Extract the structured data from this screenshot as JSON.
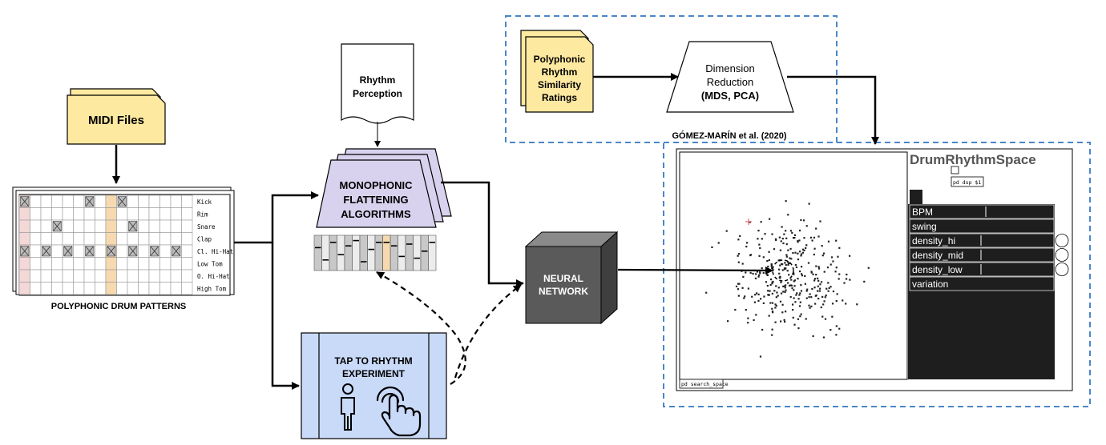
{
  "midi_files": "MIDI Files",
  "poly_drum_label": "POLYPHONIC DRUM PATTERNS",
  "drum_rows": [
    "Kick",
    "Rim",
    "Snare",
    "Clap",
    "Cl. Hi-Hat",
    "Low Tom",
    "O. Hi-Hat",
    "High Tom"
  ],
  "rhythm_perception": [
    "Rhythm",
    "Perception"
  ],
  "mono_flatten": [
    "MONOPHONIC",
    "FLATTENING",
    "ALGORITHMS"
  ],
  "neural_network": [
    "NEURAL",
    "NETWORK"
  ],
  "tap_experiment": [
    "TAP TO RHYTHM",
    "EXPERIMENT"
  ],
  "poly_similarity": [
    "Polyphonic",
    "Rhythm",
    "Similarity",
    "Ratings"
  ],
  "dim_reduction": [
    "Dimension",
    "Reduction",
    "(MDS, PCA)"
  ],
  "citation": "GÓMEZ-MARÍN et al. (2020)",
  "app": {
    "title": "DrumRhythmSpace",
    "dsp_label": "pd dsp $1",
    "params": [
      "BPM",
      "swing",
      "density_hi",
      "density_mid",
      "density_low",
      "variation"
    ],
    "search_label": "pd search_space"
  },
  "colors": {
    "yellow": "#fde9a0",
    "lavender": "#d9d2ee",
    "blue_box": "#c9daf8",
    "cube": "#5a5a5a",
    "dashed_border": "#4a86c8",
    "pd_bg": "#1e1e1e",
    "pink": "#f4d7d7",
    "orange": "#f7d9b0"
  }
}
